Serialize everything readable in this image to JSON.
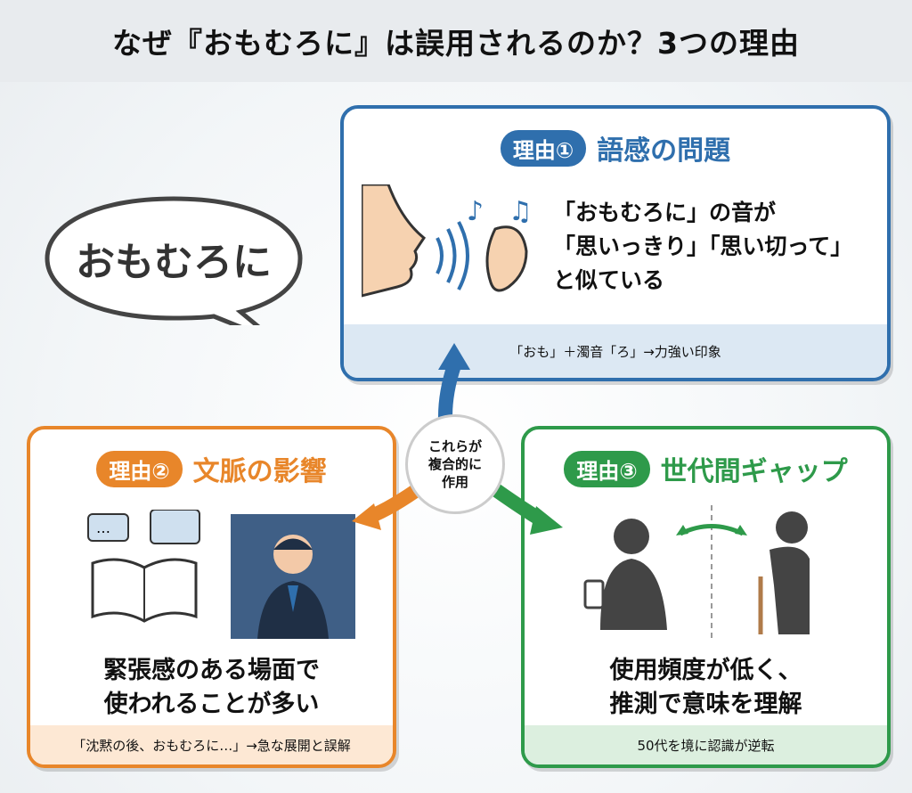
{
  "title": "なぜ『おもむろに』は誤用されるのか？3つの理由",
  "bubble": "おもむろに",
  "center": [
    "これらが",
    "複合的に",
    "作用"
  ],
  "reasons": [
    {
      "label": "理由①",
      "title": "語感の問題",
      "lines": [
        "「おもむろに」の音が",
        "「思いっきり」「思い切って」",
        "と似ている"
      ],
      "footer": "「おも」＋濁音「ろ」→力強い印象",
      "color": "#2f6fad"
    },
    {
      "label": "理由②",
      "title": "文脈の影響",
      "lines": [
        "緊張感のある場面で",
        "使われることが多い"
      ],
      "footer": "「沈黙の後、おもむろに…」→急な展開と誤解",
      "color": "#e8862a"
    },
    {
      "label": "理由③",
      "title": "世代間ギャップ",
      "lines": [
        "使用頻度が低く、",
        "推測で意味を理解"
      ],
      "footer": "50代を境に認識が逆転",
      "color": "#2e9a4a"
    }
  ]
}
